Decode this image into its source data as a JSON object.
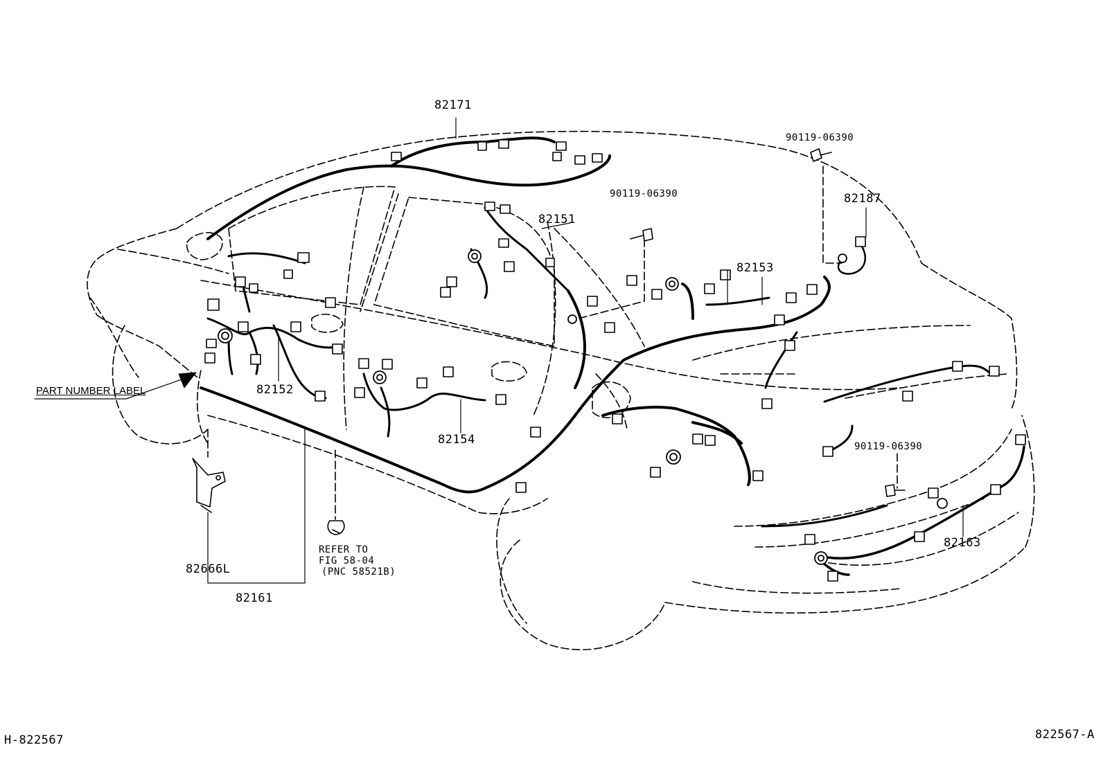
{
  "labels": {
    "p82171": "82171",
    "p90119_top": "90119-06390",
    "p82187": "82187",
    "p90119_mid": "90119-06390",
    "p82151": "82151",
    "p82153": "82153",
    "p82152": "82152",
    "p82154": "82154",
    "p90119_rear": "90119-06390",
    "p82163": "82163",
    "p82666L": "82666L",
    "p82161": "82161",
    "part_number_label": "PART NUMBER LABEL",
    "refer_line1": "REFER TO",
    "refer_line2": "FIG 58-04",
    "refer_line3": "(PNC 58521B)",
    "footer_left": "H-822567",
    "footer_right": "822567-A"
  }
}
